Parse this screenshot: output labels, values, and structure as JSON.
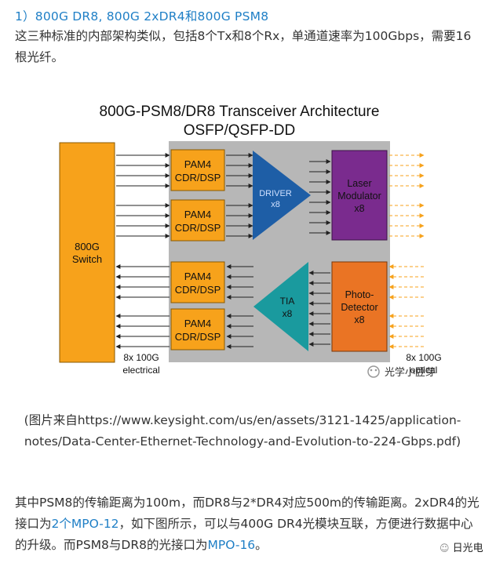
{
  "heading": "1）800G DR8, 800G 2xDR4和800G PSM8",
  "intro": "这三种标准的内部架构类似，包括8个Tx和8个Rx，单通道速率为100Gbps，需要16根光纤。",
  "diagram": {
    "title_line1": "800G-PSM8/DR8 Transceiver Architecture",
    "title_line2": "OSFP/QSFP-DD",
    "switch_line1": "800G",
    "switch_line2": "Switch",
    "pam4_line1": "PAM4",
    "pam4_line2": "CDR/DSP",
    "driver_line1": "DRIVER",
    "driver_line2": "x8",
    "tia_line1": "TIA",
    "tia_line2": "x8",
    "laser_line1": "Laser",
    "laser_line2": "Modulator",
    "laser_line3": "x8",
    "photo_line1": "Photo-",
    "photo_line2": "Detector",
    "photo_line3": "x8",
    "electrical_line1": "8x 100G",
    "electrical_line2": "electrical",
    "optical_line1": "8x 100G",
    "optical_line2": "optical",
    "colors": {
      "orange": "#f7a21b",
      "purple": "#7a2b8e",
      "blue": "#1e5ea6",
      "teal": "#1a9a9e",
      "photo": "#ea7424",
      "gray": "#b7b7b7"
    }
  },
  "watermark1": "光学小豆芽",
  "caption": "(图片来自https://www.keysight.com/us/en/assets/3121-1425/application-notes/Data-Center-Ethernet-Technology-and-Evolution-to-224-Gbps.pdf)",
  "body": {
    "p1": "其中PSM8的传输距离为100m，而DR8与2*DR4对应500m的传输距离。2xDR4的光接口为",
    "link1": "2个MPO-12",
    "p2": "，如下图所示，可以与400G DR4光模块互联，方便进行数据中心的升级。而PSM8与DR8的光接口为",
    "link2": "MPO-16",
    "p3": "。"
  },
  "watermark2": "日光电"
}
